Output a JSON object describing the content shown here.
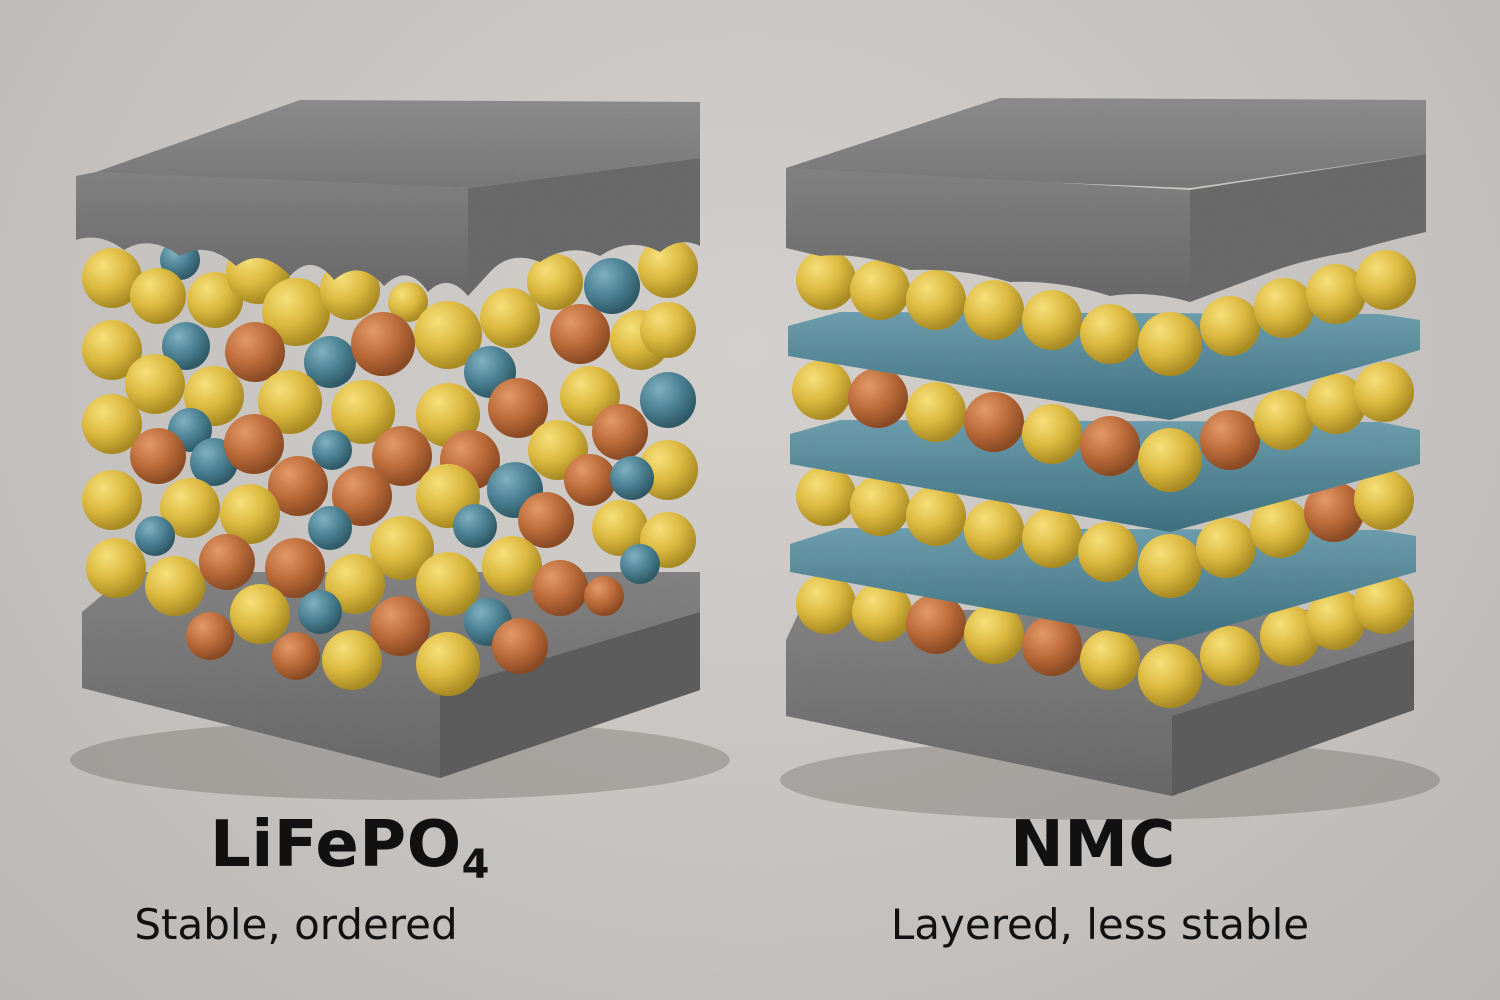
{
  "background_color": "#c8c5c2",
  "materials": [
    {
      "id": "lifepo4",
      "title_main": "LiFePO",
      "title_sub": "4",
      "subtitle": "Stable, ordered",
      "structure": "olivine-mixed-spheres",
      "colors": {
        "slab": "#8a8a8a",
        "yellow": "#e2c04a",
        "orange": "#c2703e",
        "blue": "#4e8596"
      }
    },
    {
      "id": "nmc",
      "title_main": "NMC",
      "title_sub": "",
      "subtitle": "Layered, less stable",
      "structure": "layered-sheets",
      "colors": {
        "slab": "#8a8a8a",
        "yellow": "#e2c04a",
        "orange": "#c2703e",
        "sheet": "#5b8fa0"
      }
    }
  ]
}
